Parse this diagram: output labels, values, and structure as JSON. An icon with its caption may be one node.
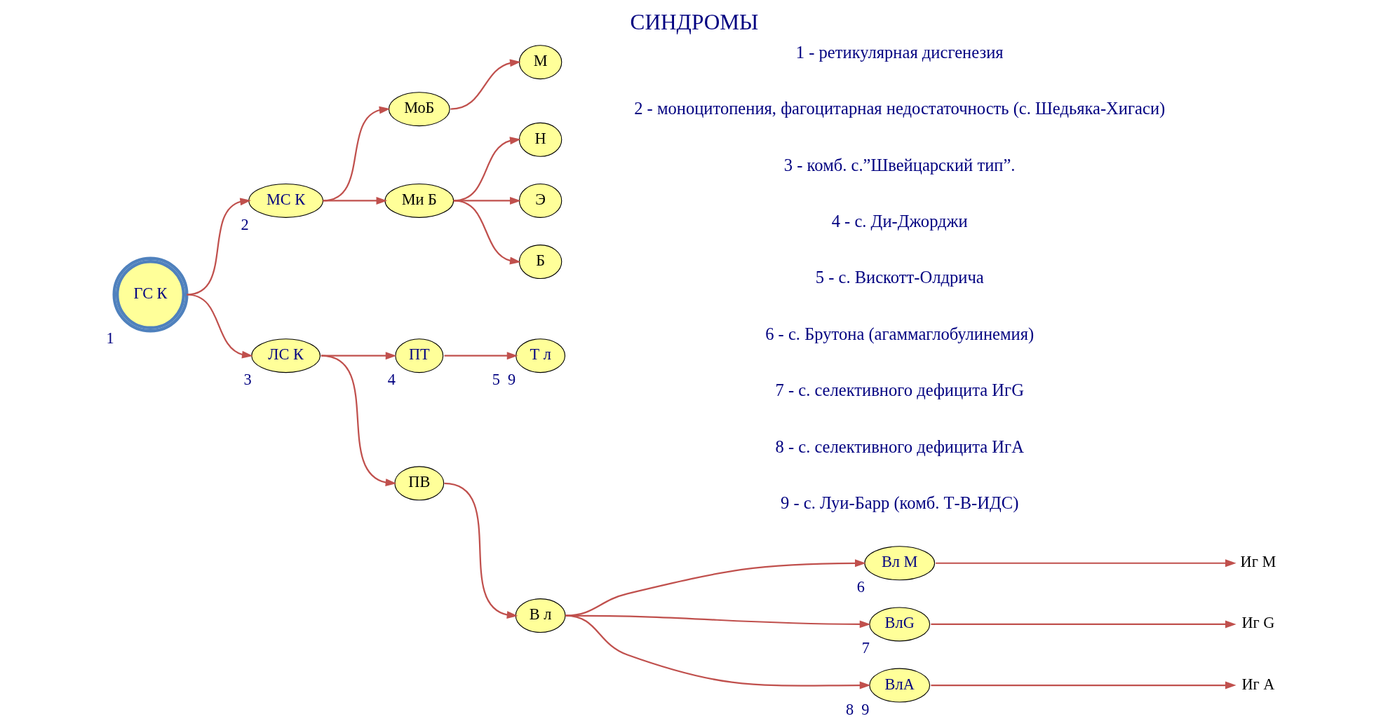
{
  "diagram": {
    "title": "СИНДРОМЫ",
    "nodes": [
      {
        "text": [
          "ГС К"
        ],
        "beside": [
          "1"
        ]
      },
      {
        "text": [
          "МС К"
        ],
        "beside": [
          "2"
        ]
      },
      {
        "text": [
          "МоБ"
        ]
      },
      {
        "text": [
          "М"
        ]
      },
      {
        "text": [
          "Ми Б"
        ]
      },
      {
        "text": [
          "Н"
        ]
      },
      {
        "text": [
          "Э"
        ]
      },
      {
        "text": [
          "Б"
        ]
      },
      {
        "text": [
          "ЛС К"
        ],
        "beside": [
          "3"
        ]
      },
      {
        "text": [
          "ПТ"
        ],
        "beside": [
          "4"
        ]
      },
      {
        "text": [
          "Т л"
        ],
        "beside": [
          "5",
          "9"
        ]
      },
      {
        "text": [
          "ПВ"
        ]
      },
      {
        "text": [
          "В л"
        ]
      },
      {
        "text": [
          "Вл М"
        ],
        "beside": [
          "6"
        ]
      },
      {
        "text": [
          "ВлG"
        ],
        "beside": [
          "7"
        ]
      },
      {
        "text": [
          "ВлА"
        ],
        "beside": [
          "8",
          "9"
        ]
      },
      {
        "text": [
          "Иг М"
        ]
      },
      {
        "text": [
          "Иг G"
        ]
      },
      {
        "text": [
          "Иг А"
        ]
      }
    ],
    "edges": [
      {
        "from": 0,
        "to": 1,
        "arrow": "to"
      },
      {
        "from": 1,
        "to": 2,
        "arrow": "to"
      },
      {
        "from": 2,
        "to": 3,
        "arrow": "to"
      },
      {
        "from": 1,
        "to": 4,
        "arrow": "to"
      },
      {
        "from": 4,
        "to": 5,
        "arrow": "to"
      },
      {
        "from": 4,
        "to": 6,
        "arrow": "to"
      },
      {
        "from": 4,
        "to": 7,
        "arrow": "to"
      },
      {
        "from": 0,
        "to": 8,
        "arrow": "to"
      },
      {
        "from": 8,
        "to": 9,
        "arrow": "to"
      },
      {
        "from": 9,
        "to": 10,
        "arrow": "to"
      },
      {
        "from": 8,
        "to": 11,
        "arrow": "to"
      },
      {
        "from": 11,
        "to": 12,
        "arrow": "to"
      },
      {
        "from": 12,
        "to": 13,
        "arrow": "to"
      },
      {
        "from": 12,
        "to": 14,
        "arrow": "to"
      },
      {
        "from": 12,
        "to": 15,
        "arrow": "to"
      },
      {
        "from": 13,
        "to": 16,
        "arrow": "to"
      },
      {
        "from": 14,
        "to": 17,
        "arrow": "to"
      },
      {
        "from": 15,
        "to": 18,
        "arrow": "to"
      }
    ],
    "labels": [
      "1 - ретикулярная дисгенезия",
      "2 - моноцитопения, фагоцитарная недостаточность (с. Шедьяка-Хигаси)",
      "3 - комб. с.”Швейцарский тип”.",
      "4 - с. Ди-Джорджи",
      "5 - с. Вискотт-Олдрича",
      "6 - с. Брутона (агаммаглобулинемия)",
      "7 - с. селективного дефицита ИгG",
      "8 - с. селективного дефицита ИгА",
      "9 - с. Луи-Барр (комб. Т-В-ИДС)"
    ]
  }
}
